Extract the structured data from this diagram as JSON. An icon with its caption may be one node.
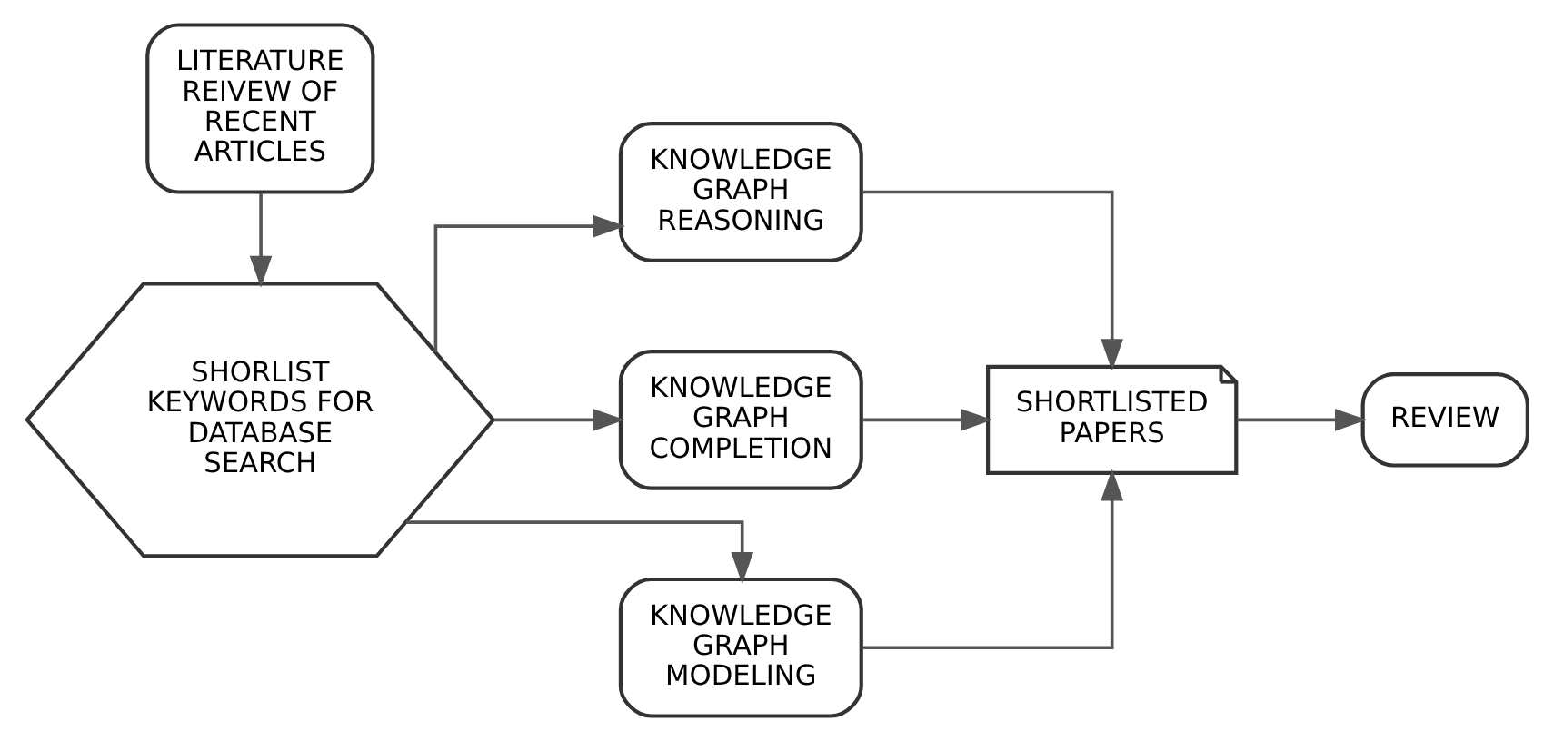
{
  "diagram": {
    "nodes": [
      {
        "text": [
          "LITERATURE REIVEW OF RECENT ARTICLES"
        ]
      },
      {
        "text": [
          "SHORLIST KEYWORDS FOR DATABASE SEARCH"
        ]
      },
      {
        "text": [
          "KNOWLEDGE GRAPH REASONING"
        ]
      },
      {
        "text": [
          "KNOWLEDGE GRAPH COMPLETION"
        ]
      },
      {
        "text": [
          "KNOWLEDGE GRAPH MODELING"
        ]
      },
      {
        "text": [
          "SHORTLISTED PAPERS"
        ]
      },
      {
        "text": [
          "REVIEW"
        ]
      }
    ],
    "edges": [
      {
        "from": 0,
        "to": 1,
        "arrow": "to"
      },
      {
        "from": 1,
        "to": 2,
        "arrow": "to"
      },
      {
        "from": 1,
        "to": 3,
        "arrow": "to"
      },
      {
        "from": 1,
        "to": 4,
        "arrow": "to"
      },
      {
        "from": 2,
        "to": 5,
        "arrow": "to"
      },
      {
        "from": 3,
        "to": 5,
        "arrow": "to"
      },
      {
        "from": 4,
        "to": 5,
        "arrow": "to"
      },
      {
        "from": 5,
        "to": 6,
        "arrow": "to"
      }
    ]
  }
}
